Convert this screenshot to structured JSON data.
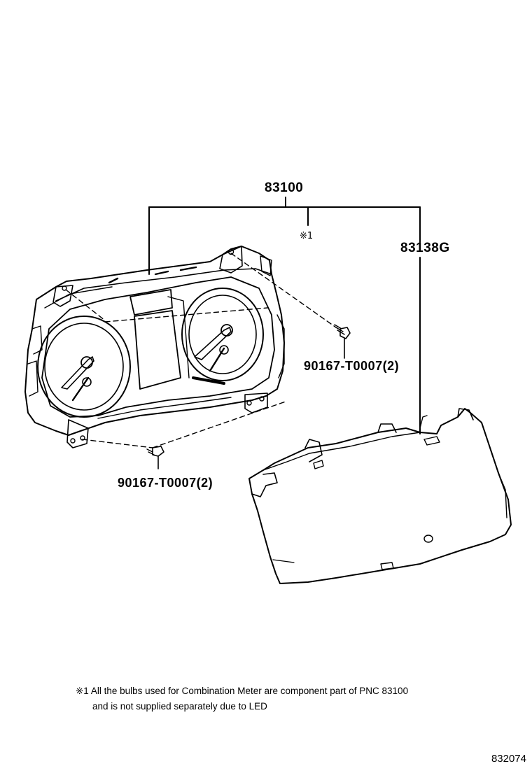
{
  "callouts": {
    "assembly": "83100",
    "note_mark": "※1",
    "cover": "83138G",
    "screw_right": "90167-T0007(2)",
    "screw_left": "90167-T0007(2)"
  },
  "footnote": {
    "line1": "※1 All the bulbs used for Combination Meter are component part of PNC 83100",
    "line2": "and is not supplied separately due to LED"
  },
  "diagram_id": "832074"
}
